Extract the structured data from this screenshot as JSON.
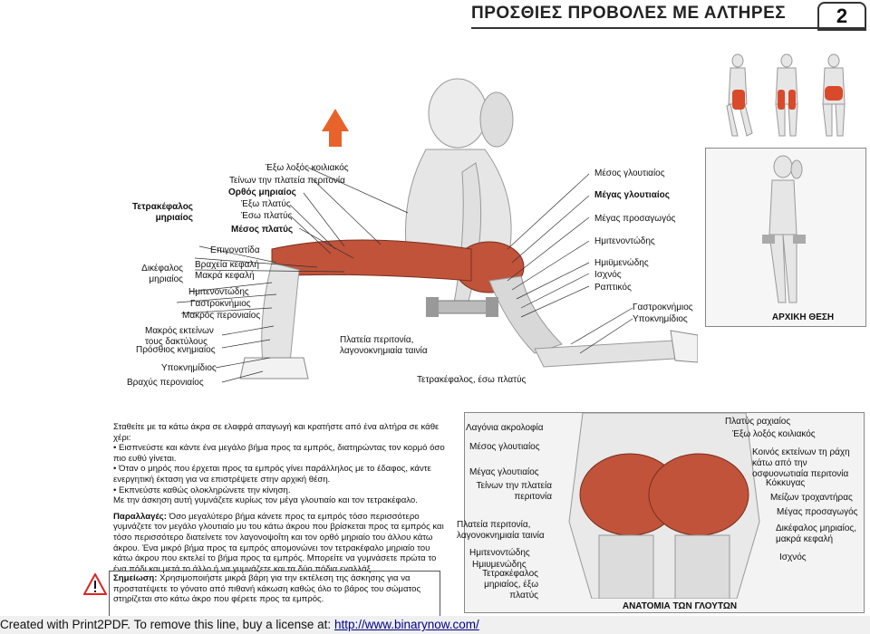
{
  "header": {
    "title": "ΠΡΟΣΘΙΕΣ ΠΡΟΒΟΛΕΣ ΜΕ ΑΛΤΗΡΕΣ",
    "page_number": "2"
  },
  "main_figure": {
    "labels_left": [
      "Τετρακέφαλος μηριαίος",
      "Δικέφαλος μηριαίος",
      "Επιγονατίδα",
      "Βραχεία κεφαλή",
      "Μακρά κεφαλή",
      "Ημιτενοντώδης",
      "Γαστροκνήμιος",
      "Μακρός περονιαίος",
      "Μακρός εκτείνων τους δακτύλους",
      "Πρόσθιος κνημιαίος",
      "Υποκνημίδιος",
      "Βραχύς περονιαίος"
    ],
    "labels_center": [
      "Έξω λοξός κοιλιακός",
      "Τείνων την πλατεία περιτονία",
      "Ορθός μηριαίος",
      "Έξω πλατύς",
      "Έσω πλατύς",
      "Μέσος πλατύς"
    ],
    "labels_right": [
      "Μέσος γλουτιαίος",
      "Μέγας γλουτιαίος",
      "Μέγας προσαγωγός",
      "Ημιτενοντώδης",
      "Ημιϋμενώδης",
      "Ισχνός",
      "Ραπτικός",
      "Γαστροκνήμιος",
      "Υποκνημίδιος"
    ],
    "labels_bottom": [
      "Πλατεία περιτονία, λαγονοκνημιαία ταινία",
      "Τετρακέφαλος, έσω πλατύς"
    ]
  },
  "start_panel": {
    "caption": "ΑΡΧΙΚΗ ΘΕΣΗ"
  },
  "glute_panel": {
    "caption": "ΑΝΑΤΟΜΙΑ ΤΩΝ ΓΛΟΥΤΩΝ",
    "labels_left": [
      "Λαγόνια ακρολοφία",
      "Μέσος γλουτιαίος",
      "Μέγας γλουτιαίος",
      "Τείνων την πλατεία περιτονία",
      "Πλατεία περιτονία, λαγονοκνημιαία ταινία",
      "Ημιτενοντώδης",
      "Ημιυμενώδης",
      "Τετρακέφαλος μηριαίος, έξω πλατύς"
    ],
    "labels_right": [
      "Πλατύς ραχιαίος",
      "Έξω λοξός κοιλιακός",
      "Κοινός εκτείνων τη ράχη κάτω από την οσφυονωτιαία περιτονία",
      "Κόκκυγας",
      "Μείζων τροχαντήρας",
      "Μέγας προσαγωγός",
      "Δικέφαλος μηριαίος, μακρά κεφαλή",
      "Ισχνός"
    ]
  },
  "instructions": {
    "intro": "Σταθείτε με τα κάτω άκρα σε ελαφρά απαγωγή και κρατήστε από ένα αλτήρα σε κάθε χέρι:",
    "steps": [
      "• Εισπνεύστε και κάντε ένα μεγάλο βήμα προς τα εμπρός, διατηρώντας τον κορμό όσο πιο ευθύ γίνεται.",
      "• Όταν ο μηρός που έρχεται προς τα εμπρός γίνει παράλληλος με το έδαφος, κάντε ενεργητική έκταση για να επιστρέψετε στην αρχική θέση.",
      "• Εκπνεύστε καθώς ολοκληρώνετε την κίνηση."
    ],
    "closing": "Με την άσκηση αυτή γυμνάζετε κυρίως τον μέγα γλουτιαίο και τον τετρακέφαλο.",
    "variations_title": "Παραλλαγές:",
    "variations_text": "Όσο μεγαλύτερο βήμα κάνετε προς τα εμπρός τόσο περισσότερο γυμνάζετε τον μεγάλο γλουτιαίο μυ του κάτω άκρου που βρίσκεται προς τα εμπρός και τόσο περισσότερο διατείνετε τον λαγονοψοΐτη και τον ορθό μηριαίο του άλλου κάτω άκρου. Ένα μικρό βήμα προς τα εμπρός απομονώνει τον τετρακέφαλο μηριαίο του κάτω άκρου που εκτελεί το βήμα προς τα εμπρός. Μπορείτε να γυμνάσετε πρώτα το ένα πόδι και μετά το άλλο ή να γυμνάζετε και τα δύο πόδια εναλλάξ.",
    "note_title": "Σημείωση:",
    "note_text": "Χρησιμοποιήστε μικρά βάρη για την εκτέλεση της άσκησης για να προστατέψετε το γόνατο από πιθανή κάκωση καθώς όλο το βάρος του σώματος στηρίζεται στο κάτω άκρο που φέρετε προς τα εμπρός."
  },
  "footer": {
    "text": "Created with Print2PDF. To remove this line, buy a license at: ",
    "link": "http://www.binarynow.com/"
  },
  "colors": {
    "muscle": "#c0533a",
    "muscle_highlight": "#d94a2a",
    "arrow": "#e8632b",
    "footer_link": "#00008b"
  }
}
